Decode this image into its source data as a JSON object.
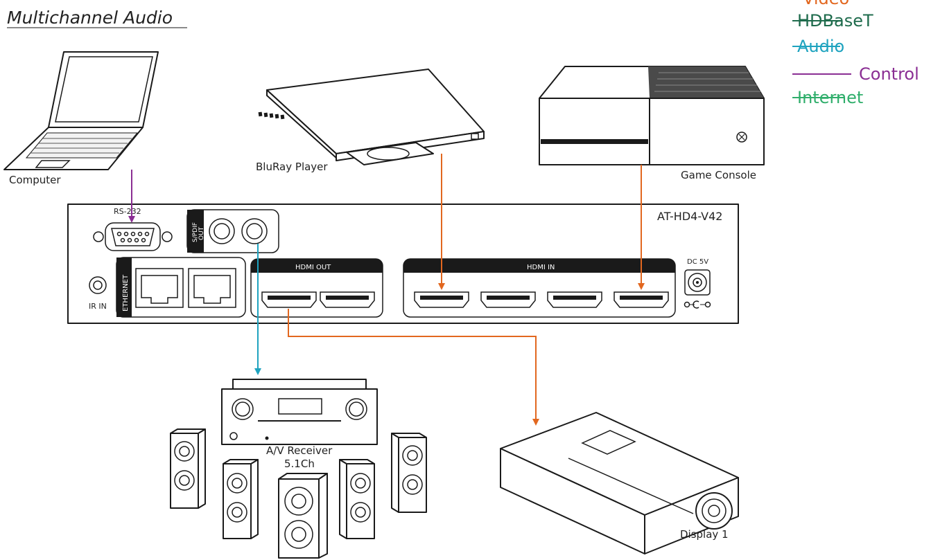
{
  "title": "Multichannel Audio",
  "legend": [
    {
      "label": "Video",
      "color": "#e2671f"
    },
    {
      "label": "HDBaseT",
      "color": "#1e6b4c"
    },
    {
      "label": "Audio",
      "color": "#1ea3bf"
    },
    {
      "label": "Control",
      "color": "#8a2e93"
    },
    {
      "label": "Internet",
      "color": "#2fae6b"
    }
  ],
  "devices": {
    "computer": "Computer",
    "bluray": "BluRay Player",
    "console": "Game Console",
    "receiver_line1": "A/V Receiver",
    "receiver_line2": "5.1Ch",
    "display": "Display 1"
  },
  "panel": {
    "model": "AT-HD4-V42",
    "rs232": "RS-232",
    "spdif_line1": "S/PDIF",
    "spdif_line2": "OUT",
    "ethernet": "ETHERNET",
    "ir_in": "IR IN",
    "hdmi_out": "HDMI OUT",
    "hdmi_in": "HDMI IN",
    "dc": "DC 5V"
  }
}
